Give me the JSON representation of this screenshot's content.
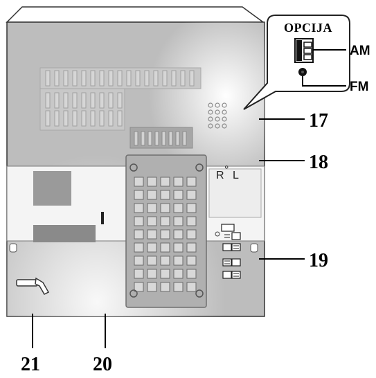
{
  "diagram": {
    "option_box": {
      "title": "OPCIJA",
      "labels": {
        "am": "AM",
        "fm": "FM"
      }
    },
    "channel_marks": {
      "right": "R",
      "left": "L"
    },
    "callouts": [
      {
        "number": "17"
      },
      {
        "number": "18"
      },
      {
        "number": "19"
      },
      {
        "number": "20"
      },
      {
        "number": "21"
      }
    ]
  }
}
